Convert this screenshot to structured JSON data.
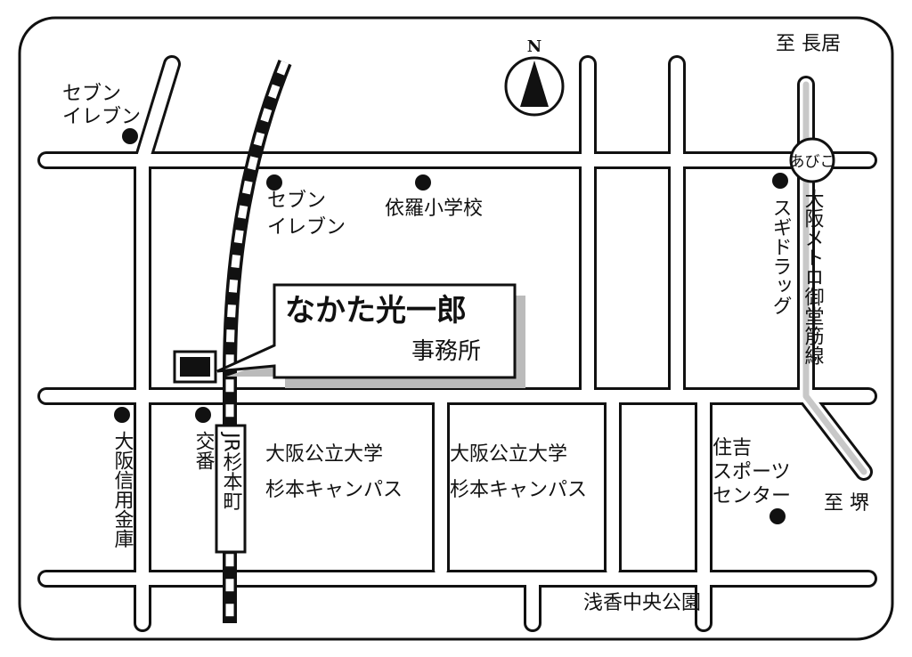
{
  "office": {
    "name": "なかた光一郎",
    "sub": "事務所"
  },
  "compass": {
    "label": "N"
  },
  "station": {
    "name": "あびこ"
  },
  "labels": {
    "to_nagai": "至 長居",
    "to_sakai": "至 堺",
    "seven_eleven_nw_1": "セブン",
    "seven_eleven_nw_2": "イレブン",
    "seven_eleven_c_1": "セブン",
    "seven_eleven_c_2": "イレブン",
    "yora_school": "依羅小学校",
    "sugi_drug": "スギドラッグ",
    "metro_line": "大阪メトロ御堂筋線",
    "koban": "交番",
    "osaka_shinyo": "大阪信用金庫",
    "jr_station": "JR杉本町",
    "univ1_a": "大阪公立大学",
    "univ1_b": "杉本キャンパス",
    "univ2_a": "大阪公立大学",
    "univ2_b": "杉本キャンパス",
    "sports_1": "住吉",
    "sports_2": "スポーツ",
    "sports_3": "センター",
    "park": "浅香中央公園"
  },
  "colors": {
    "stroke": "#111111",
    "background": "#ffffff",
    "metro": "#c8c8c8"
  }
}
